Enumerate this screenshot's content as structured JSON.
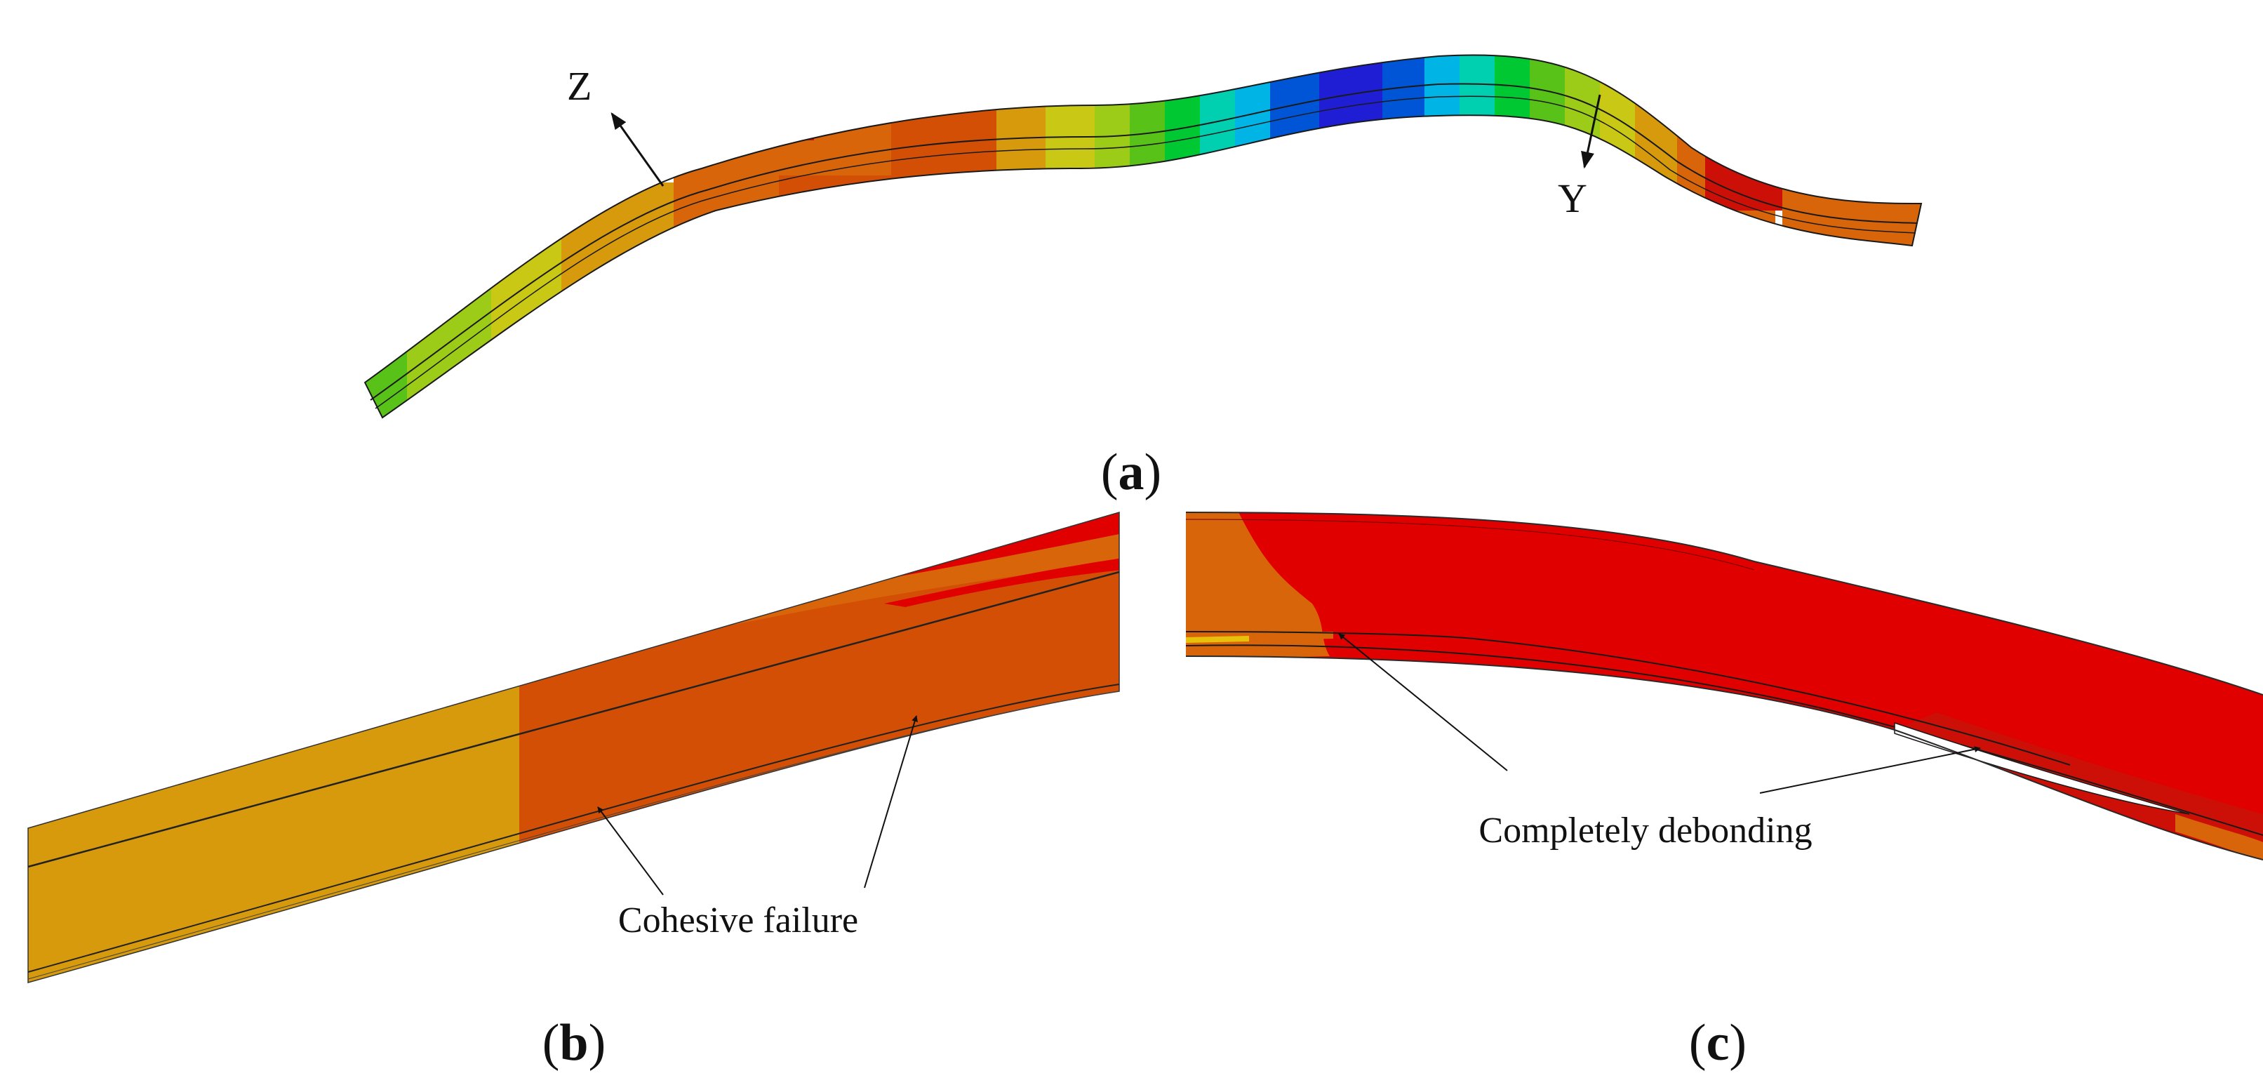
{
  "panels": {
    "a": {
      "open": "(",
      "letter": "a",
      "close": ")"
    },
    "b": {
      "open": "(",
      "letter": "b",
      "close": ")"
    },
    "c": {
      "open": "(",
      "letter": "c",
      "close": ")"
    }
  },
  "axes": {
    "z": "Z",
    "y": "Y"
  },
  "annotations": {
    "cohesive": "Cohesive failure",
    "debonding": "Completely debonding"
  },
  "contour_colors": [
    "#58c218",
    "#9ccc18",
    "#c9c814",
    "#d69a0c",
    "#d9650a",
    "#d44f06",
    "#cc1008",
    "#e00000",
    "#ffd000",
    "#ff9900",
    "#00c832",
    "#00cfb0",
    "#00b4e6",
    "#0055d6",
    "#1f1ed4"
  ],
  "icons": [
    "z-axis-arrow-icon",
    "y-axis-arrow-icon",
    "leader-arrow-icon"
  ]
}
